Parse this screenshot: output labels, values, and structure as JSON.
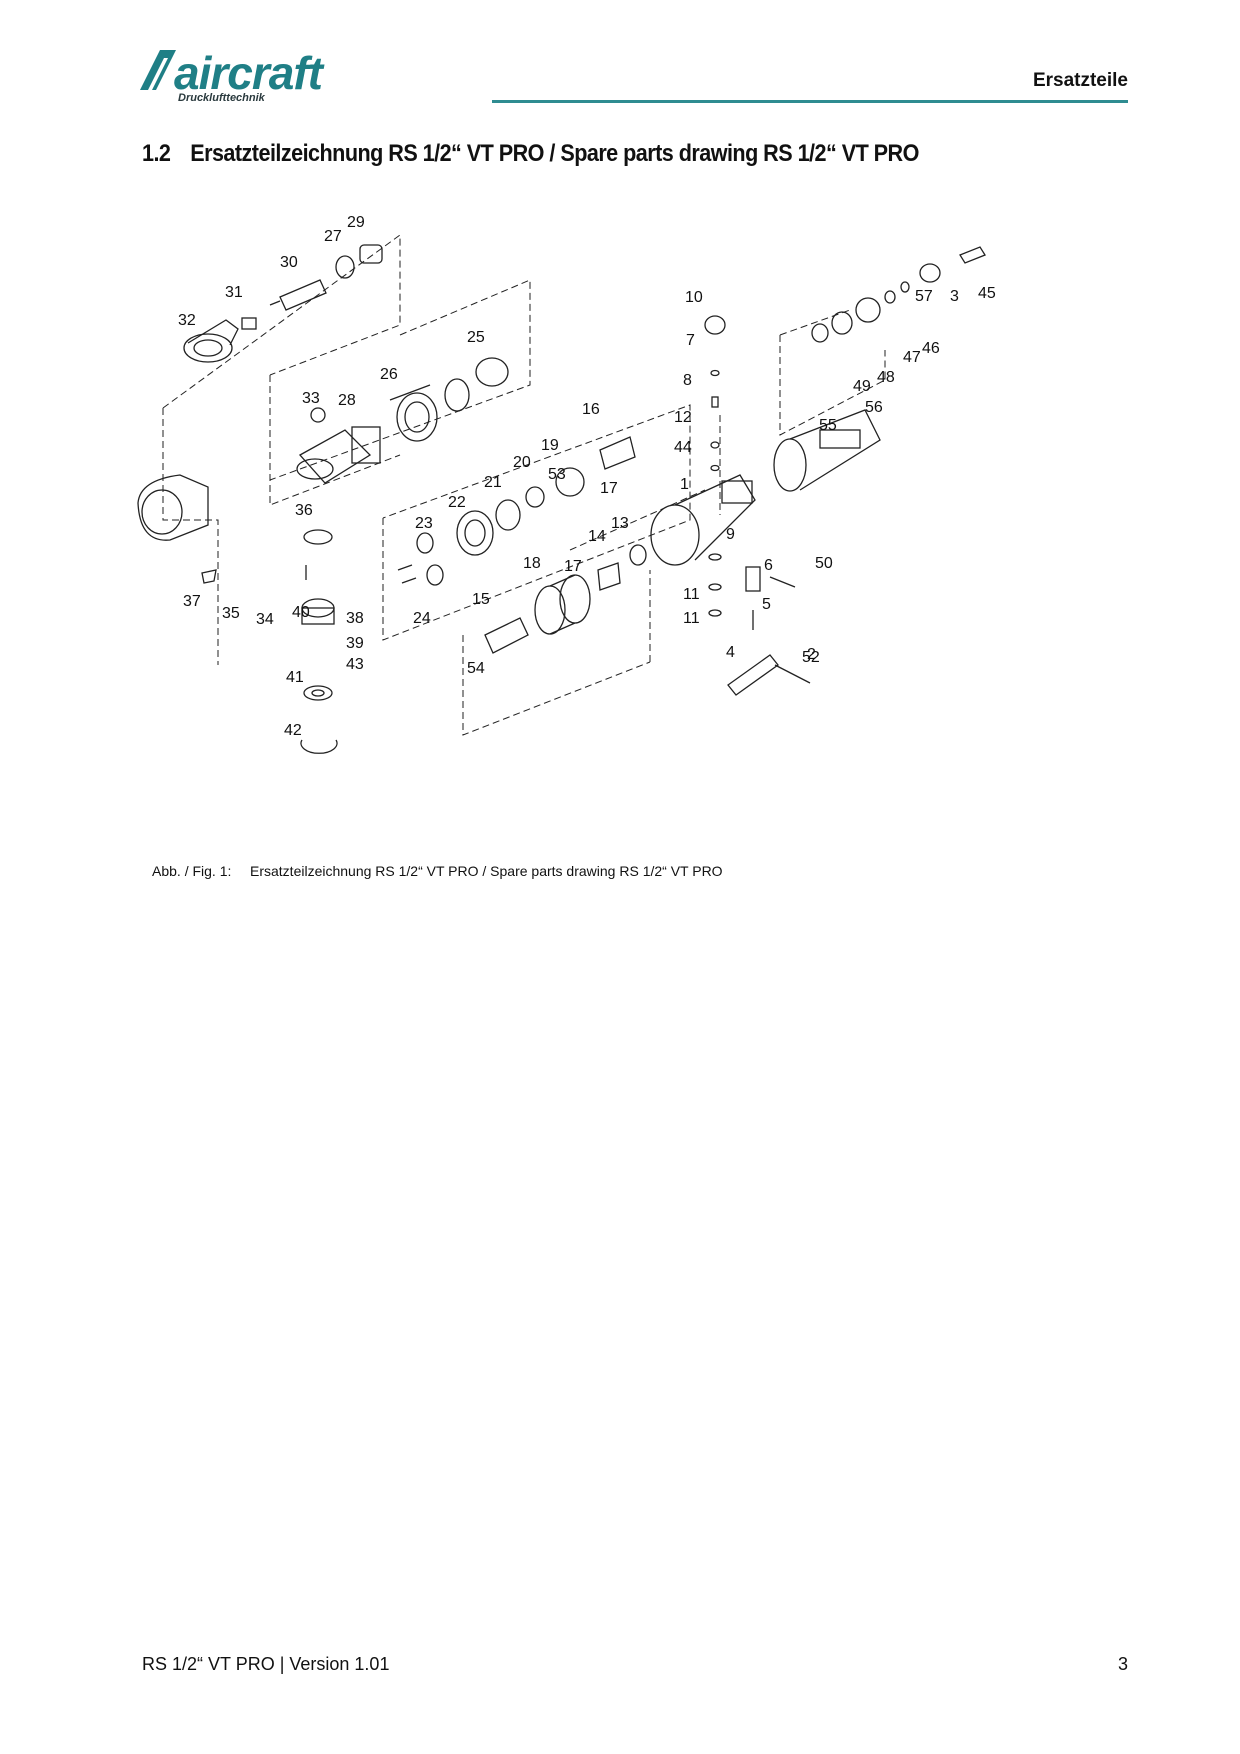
{
  "header": {
    "logo_text": "aircraft",
    "logo_subtitle": "Drucklufttechnik",
    "section": "Ersatzteile"
  },
  "heading": {
    "number": "1.2",
    "title": "Ersatzteilzeichnung RS 1/2“ VT PRO / Spare parts drawing RS 1/2“ VT PRO"
  },
  "drawing": {
    "part_labels": [
      "1",
      "2",
      "3",
      "4",
      "5",
      "6",
      "7",
      "8",
      "9",
      "10",
      "11",
      "11",
      "12",
      "13",
      "14",
      "15",
      "16",
      "17",
      "17",
      "18",
      "19",
      "20",
      "21",
      "22",
      "23",
      "24",
      "25",
      "26",
      "27",
      "28",
      "29",
      "30",
      "31",
      "32",
      "33",
      "34",
      "35",
      "36",
      "37",
      "38",
      "39",
      "40",
      "41",
      "42",
      "43",
      "44",
      "45",
      "46",
      "47",
      "48",
      "49",
      "50",
      "52",
      "53",
      "54",
      "55",
      "56",
      "57"
    ]
  },
  "caption": {
    "fig": "Abb. / Fig. 1:",
    "text": "Ersatzteilzeichnung RS 1/2“ VT PRO / Spare parts drawing RS 1/2“ VT PRO"
  },
  "footer": {
    "left": "RS 1/2“ VT PRO | Version 1.01",
    "page": "3"
  },
  "colors": {
    "accent": "#2f8c91",
    "logo": "#1f7f86"
  }
}
